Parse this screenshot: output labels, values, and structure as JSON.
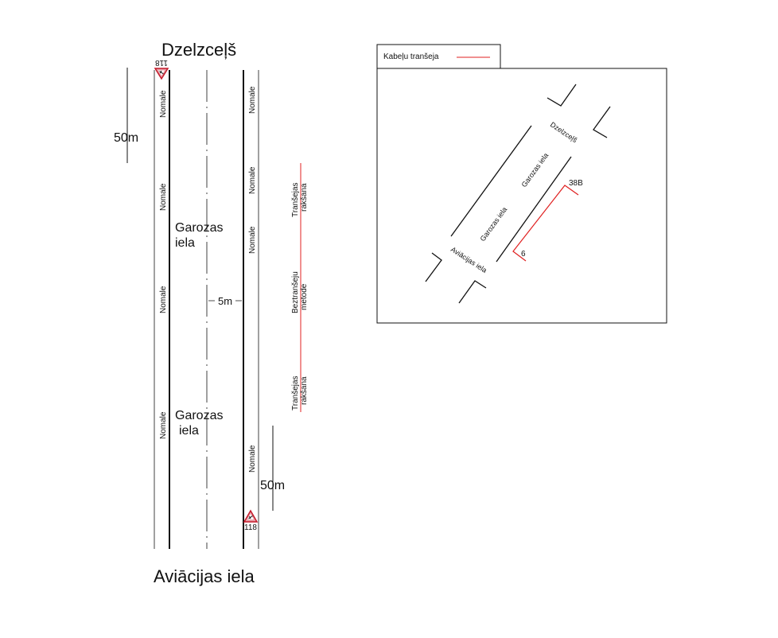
{
  "top_label": "Dzelzceļš",
  "bottom_label": "Aviācijas iela",
  "scale_label_top": "50m",
  "scale_label_bottom": "50m",
  "width_label": "5m",
  "street_label_1": [
    "Garozas",
    "iela"
  ],
  "street_label_2": [
    "Garozas",
    "iela"
  ],
  "nomale_label": "Nomale",
  "sign_number": "118",
  "method_labels": {
    "upper": [
      "Tranšejas",
      "rakšana"
    ],
    "middle": [
      "Beztranšeju",
      "metode"
    ],
    "lower": [
      "Tranšejas",
      "rakšana"
    ]
  },
  "legend": {
    "label": "Kabeļu tranšeja",
    "color": "#e02020"
  },
  "inset": {
    "railway": "Dzelzceļš",
    "street_upper": "Garozas iela",
    "street_lower": "Garozas iela",
    "cross_street": "Aviācijas iela",
    "house_start": "38B",
    "house_end": "6"
  },
  "colors": {
    "line": "#111111",
    "trench": "#e02020",
    "sign_fill": "#e8a0a8",
    "sign_stroke": "#c41a2a"
  }
}
